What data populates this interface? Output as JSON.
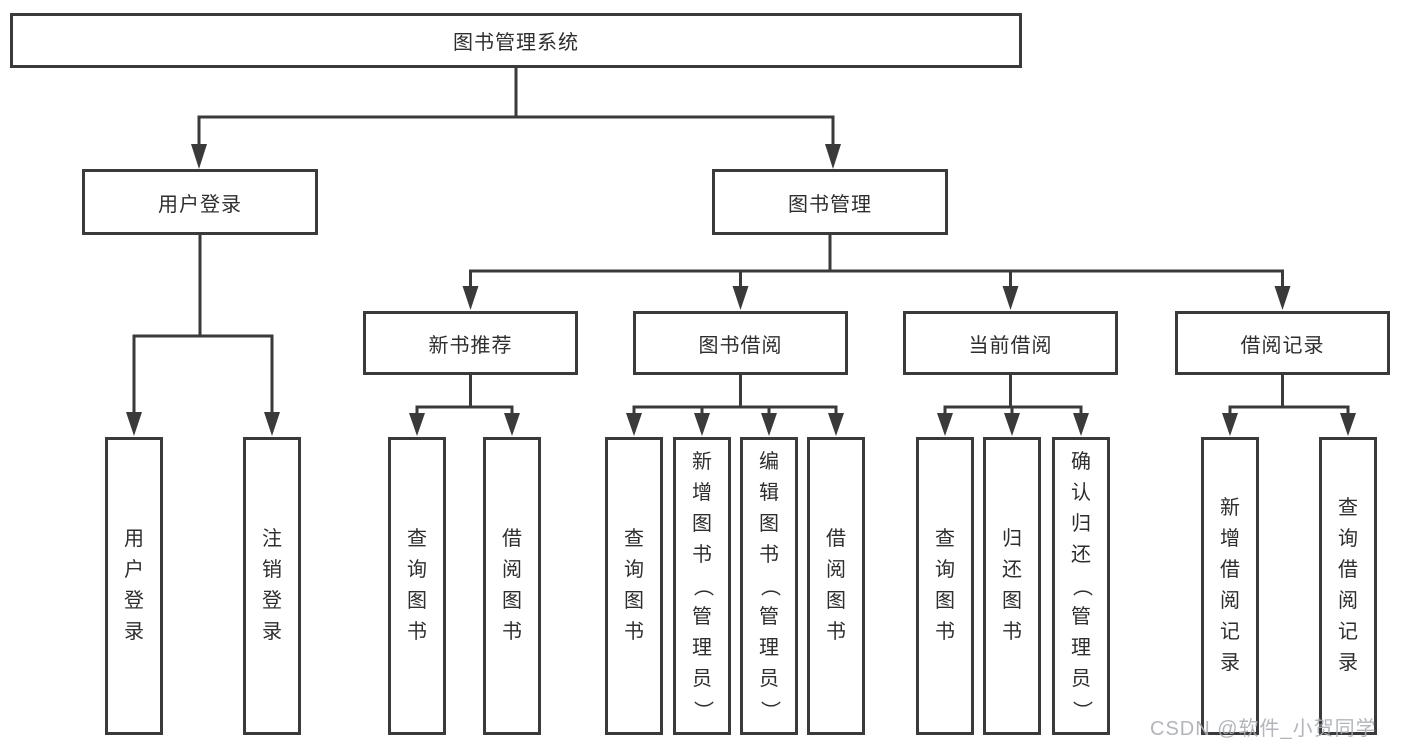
{
  "title": "图书管理系统",
  "watermark": "CSDN @软件_小贺同学",
  "colors": {
    "line": "#3a3a3a",
    "text": "#2e2e2e",
    "watermark": "#aaaeb4",
    "background": "#ffffff"
  },
  "tree": {
    "root": {
      "label": "图书管理系统"
    },
    "branches": [
      {
        "label": "用户登录",
        "children": [
          "用户登录",
          "注销登录"
        ]
      },
      {
        "label": "图书管理",
        "children": [
          {
            "label": "新书推荐",
            "children": [
              "查询图书",
              "借阅图书"
            ]
          },
          {
            "label": "图书借阅",
            "children": [
              "查询图书",
              "新增图书（管理员）",
              "编辑图书（管理员）",
              "借阅图书"
            ]
          },
          {
            "label": "当前借阅",
            "children": [
              "查询图书",
              "归还图书",
              "确认归还（管理员）"
            ]
          },
          {
            "label": "借阅记录",
            "children": [
              "新增借阅记录",
              "查询借阅记录"
            ]
          }
        ]
      }
    ]
  }
}
